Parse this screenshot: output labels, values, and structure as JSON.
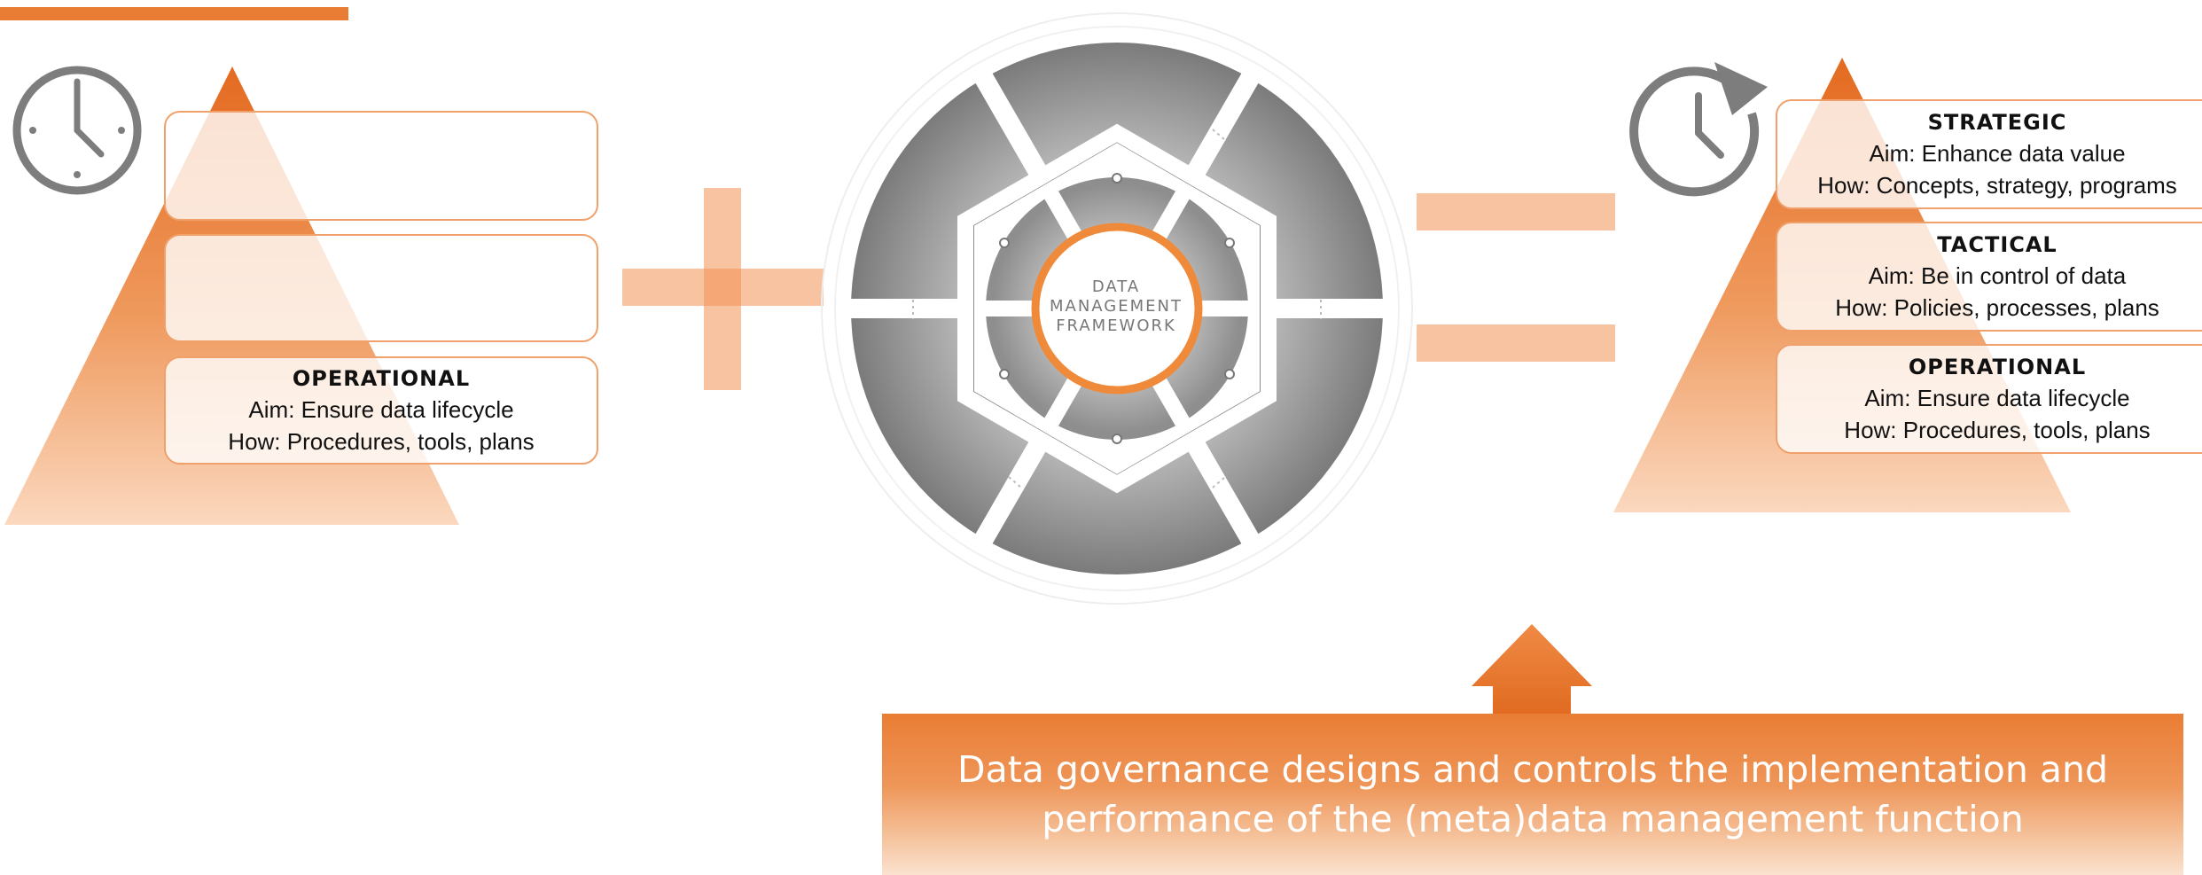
{
  "left_pyramid": {
    "boxes": [
      {
        "title": "",
        "aim": "",
        "how": ""
      },
      {
        "title": "",
        "aim": "",
        "how": ""
      },
      {
        "title": "OPERATIONAL",
        "aim": "Aim: Ensure data lifecycle",
        "how": "How: Procedures, tools, plans"
      }
    ]
  },
  "center": {
    "label_lines": [
      "DATA",
      "MANAGEMENT",
      "FRAMEWORK"
    ]
  },
  "right_pyramid": {
    "boxes": [
      {
        "title": "STRATEGIC",
        "aim": "Aim: Enhance data value",
        "how": "How: Concepts, strategy, programs"
      },
      {
        "title": "TACTICAL",
        "aim": "Aim: Be in control of data",
        "how": "How: Policies, processes, plans"
      },
      {
        "title": "OPERATIONAL",
        "aim": "Aim: Ensure data lifecycle",
        "how": "How: Procedures, tools, plans"
      }
    ]
  },
  "banner": {
    "line1": "Data governance designs and controls the implementation and",
    "line2": "performance of the (meta)data management function"
  },
  "colors": {
    "accent": "#ea7d34",
    "accent_light": "#f7c3a0",
    "icon_gray": "#7d7d7d"
  },
  "icons": [
    "clock-icon",
    "clock-refresh-icon",
    "plus-icon",
    "equals-icon",
    "up-arrow-icon"
  ]
}
